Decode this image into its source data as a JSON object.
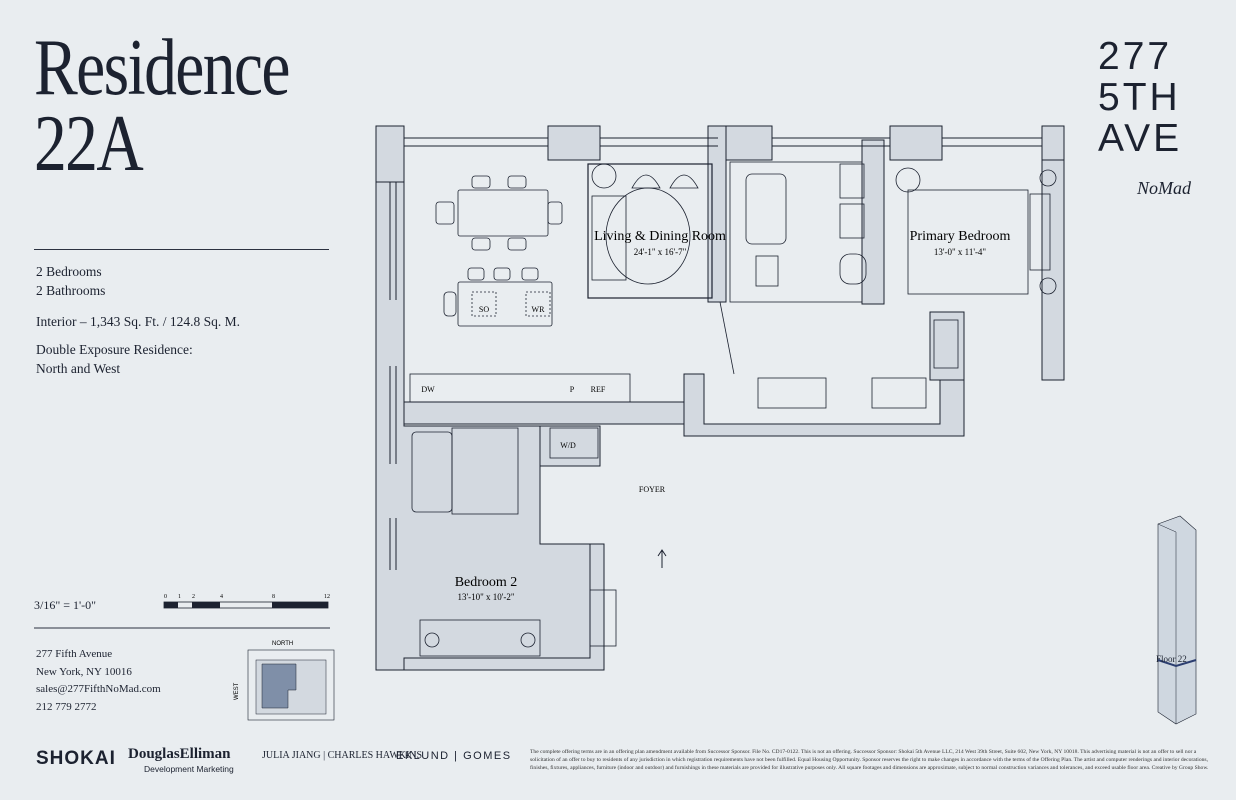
{
  "residence": {
    "title_line1": "Residence",
    "title_line2": "22A"
  },
  "specs": {
    "bedrooms": "2 Bedrooms",
    "bathrooms": "2 Bathrooms",
    "interior": "Interior – 1,343 Sq. Ft. / 124.8 Sq. M.",
    "exposure_line1": "Double Exposure Residence:",
    "exposure_line2": "North and West"
  },
  "brand": {
    "line1": "277",
    "line2": "5TH",
    "line3": "AVE",
    "neighborhood": "NoMad"
  },
  "rooms": {
    "living": {
      "name": "Living & Dining Room",
      "dims": "24'-1\" x 16'-7\""
    },
    "primary": {
      "name": "Primary Bedroom",
      "dims": "13'-0\" x 11'-4\""
    },
    "bedroom2": {
      "name": "Bedroom 2",
      "dims": "13'-10\" x 10'-2\""
    },
    "foyer": "FOYER"
  },
  "appliances": {
    "so": "SO",
    "wr": "WR",
    "dw": "DW",
    "p": "P",
    "ref": "REF",
    "wd": "W/D"
  },
  "scale": {
    "label": "3/16\" = 1'-0\"",
    "ticks": [
      "0",
      "1",
      "2",
      "4",
      "8",
      "12"
    ]
  },
  "keyplan": {
    "north": "NORTH",
    "west": "WEST"
  },
  "floor_label": "Floor 22",
  "contact": {
    "street": "277 Fifth Avenue",
    "city": "New York, NY 10016",
    "email": "sales@277FifthNoMad.com",
    "phone": "212 779 2772"
  },
  "logos": {
    "shokai": "SHOKAI",
    "de_name": "DouglasElliman",
    "de_sub": "Development Marketing",
    "jj": "JULIA JIANG | CHARLES HAWKINS",
    "eg": "EKLUND | GOMES"
  },
  "disclaimer": "The complete offering terms are in an offering plan amendment available from Successor Sponsor. File No. CD17-0122. This is not an offering. Successor Sponsor: Shokai 5th Avenue LLC, 214 West 39th Street, Suite 602, New York, NY 10018. This advertising material is not an offer to sell nor a solicitation of an offer to buy to residents of any jurisdiction in which registration requirements have not been fulfilled. Equal Housing Opportunity. Sponsor reserves the right to make changes in accordance with the terms of the Offering Plan. The artist and computer renderings and interior decorations, finishes, fixtures, appliances, furniture (indoor and outdoor) and furnishings in these materials are provided for illustrative purposes only. All square footages and dimensions are approximate, subject to normal construction variances and tolerances, and exceed usable floor area. Creative by Group Show.",
  "colors": {
    "wall": "#d3d9e0",
    "line": "#1c2230",
    "background": "#e9edf0"
  }
}
